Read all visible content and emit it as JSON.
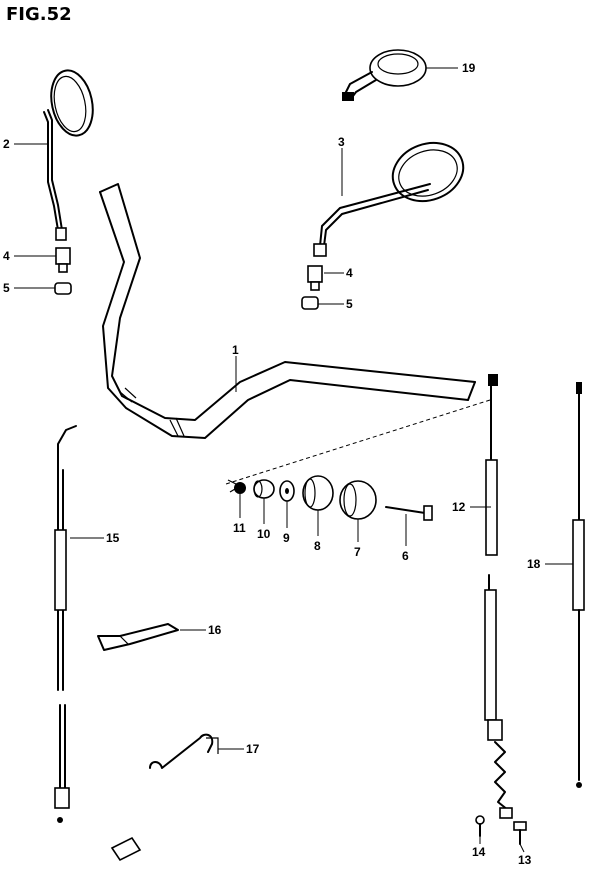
{
  "figure": {
    "title": "FIG.52",
    "callouts": {
      "c1": "1",
      "c2": "2",
      "c3": "3",
      "c4a": "4",
      "c4b": "4",
      "c5a": "5",
      "c5b": "5",
      "c6": "6",
      "c7": "7",
      "c8": "8",
      "c9": "9",
      "c10": "10",
      "c11": "11",
      "c12": "12",
      "c13": "13",
      "c14": "14",
      "c15": "15",
      "c16": "16",
      "c17": "17",
      "c18": "18",
      "c19": "19"
    }
  }
}
